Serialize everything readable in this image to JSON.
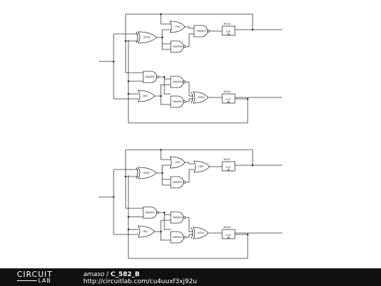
{
  "diagram": {
    "labels": {
      "reg2": "REG2",
      "or3": "OR3",
      "xor4": "XOR4",
      "nand7": "NAND7",
      "nand8": "NAND8",
      "nand6": "NAND6",
      "nand10": "NAND10",
      "nand9": "NAND9",
      "or4": "OR4",
      "xor3": "XOR3",
      "reg4": "REG4",
      "reg1": "REG1",
      "or1": "OR1",
      "xor2": "XOR2",
      "or5": "OR5",
      "nand1": "NAND1",
      "nand3": "NAND3",
      "nand4": "NAND4",
      "nand2": "NAND2",
      "or2": "OR2",
      "xor1": "XOR1",
      "reg3": "REG3",
      "clk": "CLK"
    }
  },
  "footer": {
    "logo_top": "CIRCUIT",
    "logo_bottom": "LAB",
    "author": "amaso",
    "separator": " / ",
    "title": "C_582_B",
    "url": "http://circuitlab.com/cu4uuxf3xj92u"
  }
}
